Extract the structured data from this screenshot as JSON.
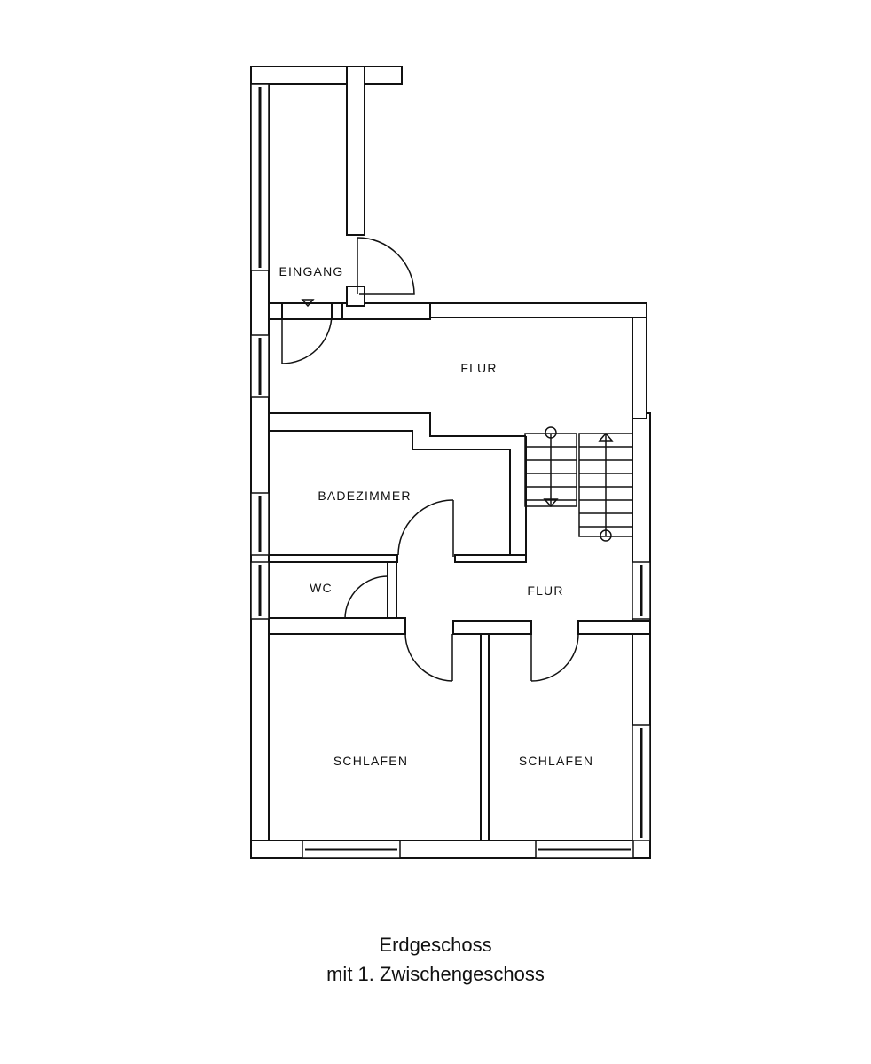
{
  "rooms": {
    "eingang": "EINGANG",
    "flur_upper": "FLUR",
    "badezimmer": "BADEZIMMER",
    "wc": "WC",
    "flur_lower": "FLUR",
    "schlafen_left": "SCHLAFEN",
    "schlafen_right": "SCHLAFEN"
  },
  "caption": {
    "line1": "Erdgeschoss",
    "line2": "mit 1. Zwischengeschoss"
  }
}
